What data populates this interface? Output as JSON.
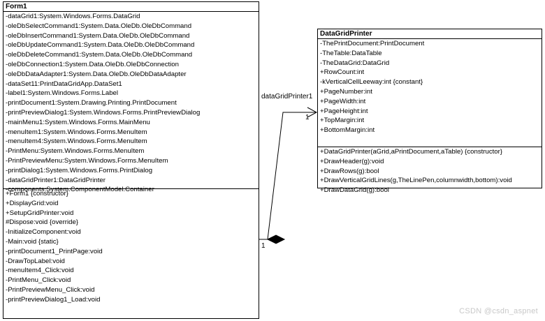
{
  "form1": {
    "title": "Form1",
    "attributes": [
      "-dataGrid1:System.Windows.Forms.DataGrid",
      "-oleDbSelectCommand1:System.Data.OleDb.OleDbCommand",
      "-oleDbInsertCommand1:System.Data.OleDb.OleDbCommand",
      "-oleDbUpdateCommand1:System.Data.OleDb.OleDbCommand",
      "-oleDbDeleteCommand1:System.Data.OleDb.OleDbCommand",
      "-oleDbConnection1:System.Data.OleDb.OleDbConnection",
      "-oleDbDataAdapter1:System.Data.OleDb.OleDbDataAdapter",
      "-dataSet11:PrintDataGridApp.DataSet1",
      "-label1:System.Windows.Forms.Label",
      "-printDocument1:System.Drawing.Printing.PrintDocument",
      "-printPreviewDialog1:System.Windows.Forms.PrintPreviewDialog",
      "-mainMenu1:System.Windows.Forms.MainMenu",
      "-menuItem1:System.Windows.Forms.MenuItem",
      "-menuItem4:System.Windows.Forms.MenuItem",
      "-PrintMenu:System.Windows.Forms.MenuItem",
      "-PrintPreviewMenu:System.Windows.Forms.MenuItem",
      "-printDialog1:System.Windows.Forms.PrintDialog",
      "-dataGridPrinter1:DataGridPrinter",
      "-components:System.ComponentModel.Container"
    ],
    "methods": [
      "+Form1 {constructor}",
      "+DisplayGrid:void",
      "+SetupGridPrinter:void",
      "#Dispose:void {override}",
      "-InitializeComponent:void",
      "-Main:void {static}",
      "-printDocument1_PrintPage:void",
      "-DrawTopLabel:void",
      "-menuItem4_Click:void",
      "-PrintMenu_Click:void",
      "-PrintPreviewMenu_Click:void",
      "-printPreviewDialog1_Load:void"
    ]
  },
  "datagridprinter": {
    "title": "DataGridPrinter",
    "attributes": [
      "-ThePrintDocument:PrintDocument",
      "-TheTable:DataTable",
      "-TheDataGrid:DataGrid",
      "+RowCount:int",
      "-kVerticalCellLeeway:int {constant}",
      "+PageNumber:int",
      "+PageWidth:int",
      "+PageHeight:int",
      "+TopMargin:int",
      "+BottomMargin:int"
    ],
    "methods": [
      "+DataGridPrinter(aGrid,aPrintDocument,aTable) {constructor}",
      "+DrawHeader(g):void",
      "+DrawRows(g):bool",
      "+DrawVerticalGridLines(g,TheLinePen,columnwidth,bottom):void",
      "+DrawDataGrid(g):bool"
    ]
  },
  "association": {
    "role_name": "dataGridPrinter1",
    "source_multiplicity": "1",
    "target_multiplicity": "1"
  },
  "watermark": "CSDN @csdn_aspnet"
}
